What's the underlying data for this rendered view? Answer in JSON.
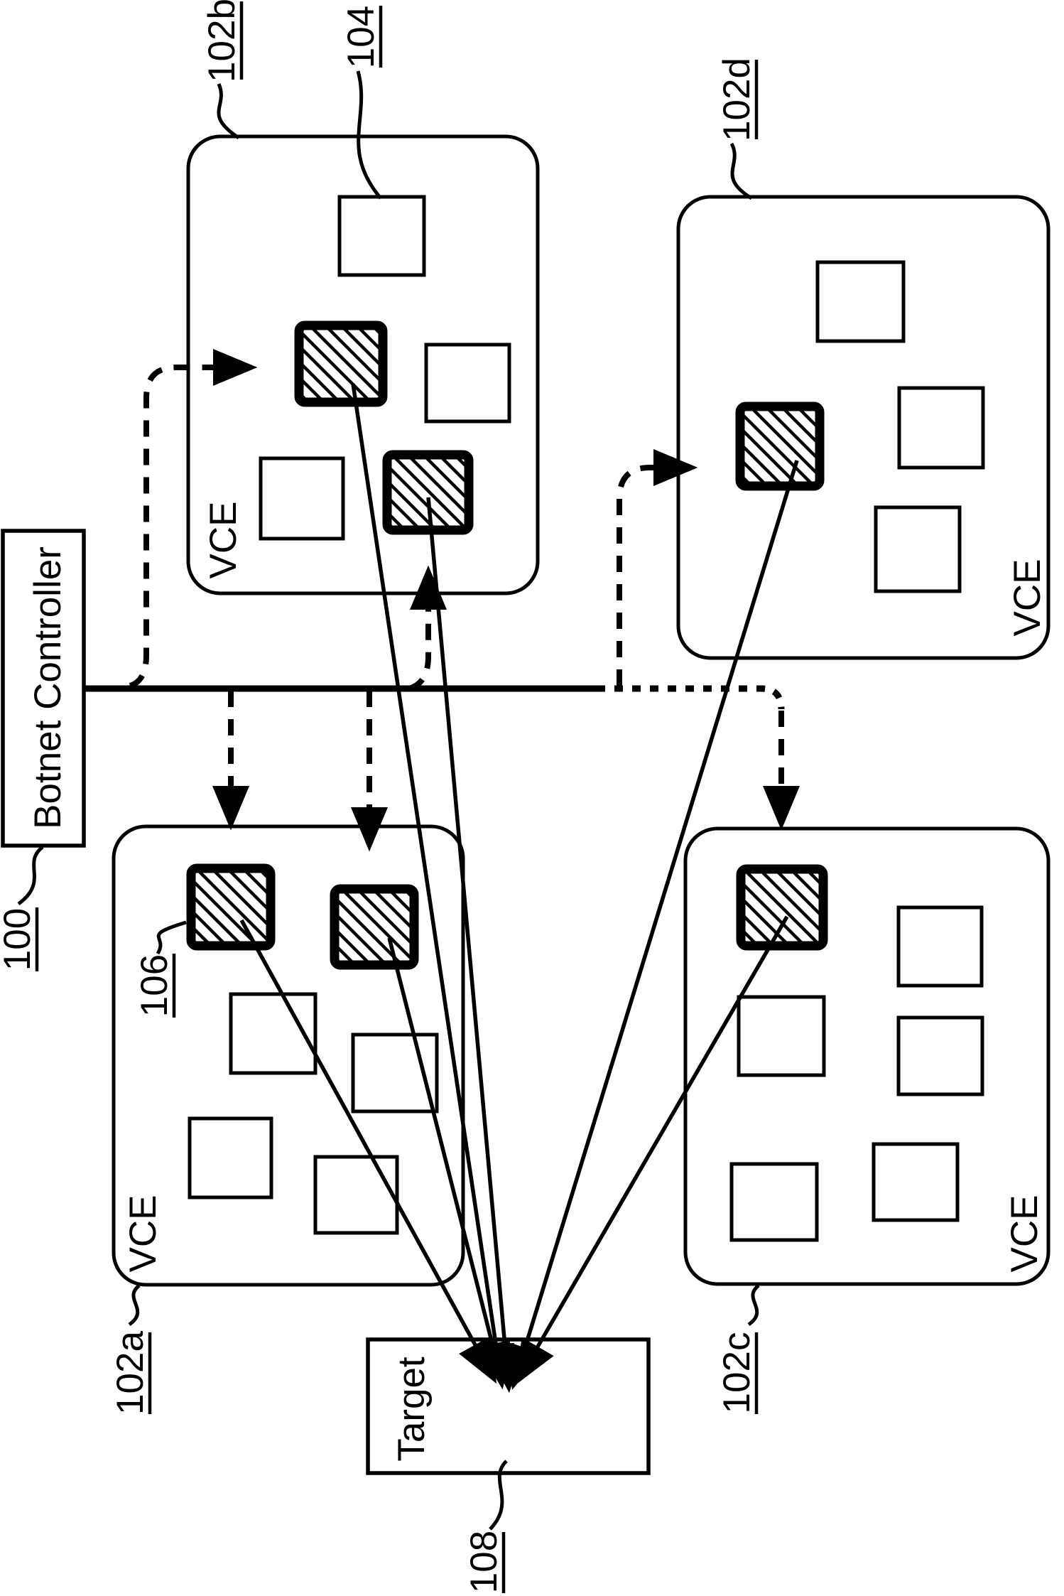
{
  "figure": {
    "controller": {
      "label": "Botnet Controller",
      "ref": "100"
    },
    "network": {
      "vces": [
        {
          "ref": "102a",
          "label": "VCE"
        },
        {
          "ref": "102b",
          "label": "VCE"
        },
        {
          "ref": "102c",
          "label": "VCE"
        },
        {
          "ref": "102d",
          "label": "VCE"
        }
      ],
      "instance_ref": "104",
      "bot_ref": "106"
    },
    "target": {
      "label": "Target",
      "ref": "108"
    },
    "colors": {
      "ink": "#000000",
      "paper": "#ffffff"
    }
  }
}
